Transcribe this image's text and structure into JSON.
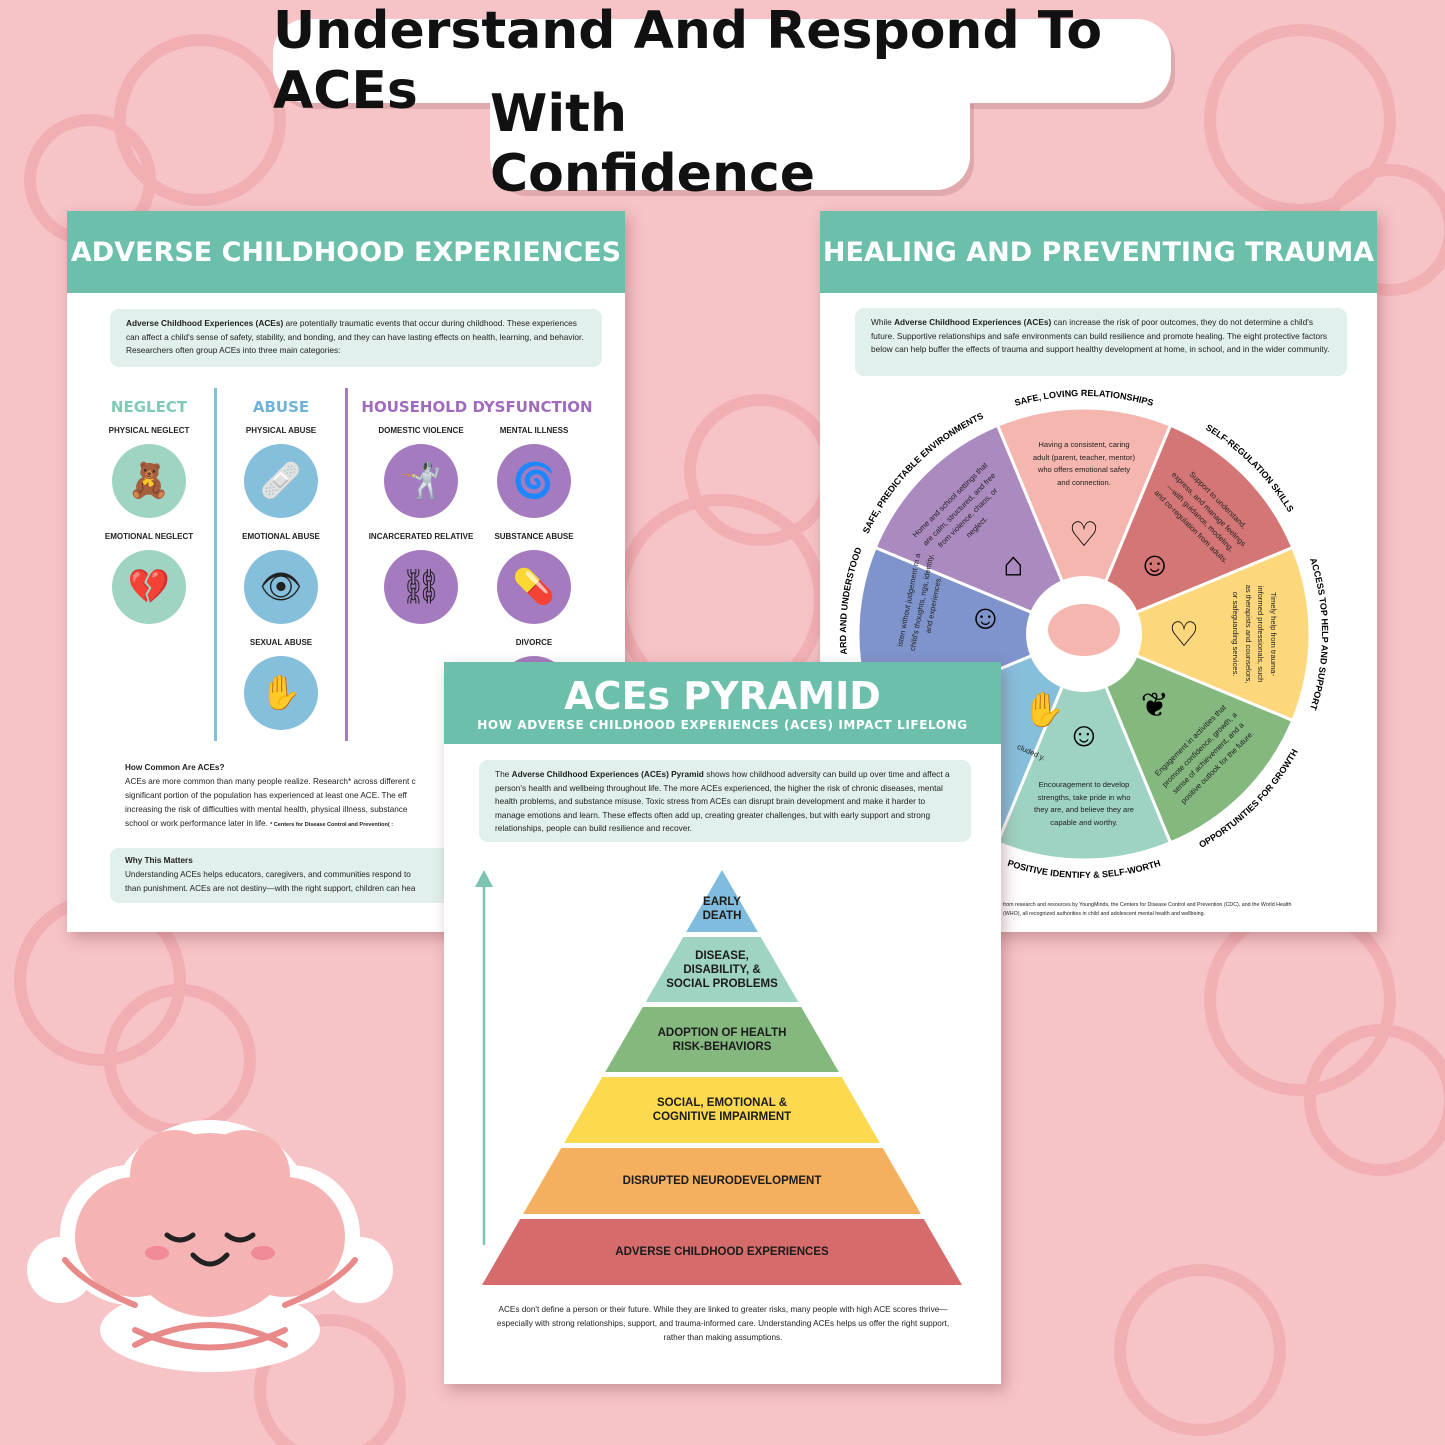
{
  "banner": {
    "line1": "Understand And Respond To ACEs",
    "line2": "With Confidence"
  },
  "colors": {
    "background": "#f6c3c6",
    "header": "#6bbfab",
    "intro_bg": "#e1f0ec",
    "neglect": "#9fd4c3",
    "abuse": "#86bfdc",
    "household": "#a57bbf"
  },
  "left_poster": {
    "title": "ADVERSE CHILDHOOD EXPERIENCES",
    "intro_bold": "Adverse Childhood Experiences (ACEs)",
    "intro_rest": " are potentially traumatic events that occur during childhood. These experiences can affect a child's sense of safety, stability, and bonding, and they can have lasting effects on health, learning, and behavior. Researchers often group ACEs into three main categories:",
    "categories": [
      {
        "title": "NEGLECT",
        "items": [
          {
            "label": "PHYSICAL NEGLECT",
            "icon": "teddy-bear-icon",
            "glyph": "🧸"
          },
          {
            "label": "EMOTIONAL NEGLECT",
            "icon": "broken-heart-icon",
            "glyph": "💔"
          }
        ]
      },
      {
        "title": "ABUSE",
        "items": [
          {
            "label": "PHYSICAL ABUSE",
            "icon": "bandage-icon",
            "glyph": "🩹"
          },
          {
            "label": "EMOTIONAL ABUSE",
            "icon": "crying-eye-icon",
            "glyph": "👁"
          },
          {
            "label": "SEXUAL ABUSE",
            "icon": "person-hand-icon",
            "glyph": "✋"
          }
        ]
      },
      {
        "title": "HOUSEHOLD DYSFUNCTION",
        "items": [
          {
            "label": "DOMESTIC VIOLENCE",
            "icon": "fighting-people-icon",
            "glyph": "🤺"
          },
          {
            "label": "MENTAL ILLNESS",
            "icon": "head-spiral-icon",
            "glyph": "🌀"
          },
          {
            "label": "INCARCERATED RELATIVE",
            "icon": "handcuffs-icon",
            "glyph": "⛓"
          },
          {
            "label": "SUBSTANCE ABUSE",
            "icon": "pills-syringe-icon",
            "glyph": "💊"
          },
          {
            "label": "DIVORCE",
            "icon": "divorce-icon",
            "glyph": ""
          }
        ]
      }
    ],
    "how_common": {
      "title": "How Common Are ACEs?",
      "lines": [
        "ACEs are more common than many people realize. Research* across different c",
        "significant portion of the population has experienced at least one ACE. The eff",
        "increasing the risk of difficulties with mental health, physical illness, substance",
        "school or work performance later in life."
      ],
      "footnote": "* Centers for Disease Control and Prevention( :"
    },
    "why": {
      "title": "Why This Matters",
      "lines": [
        "Understanding ACEs helps educators, caregivers, and communities respond to",
        "than punishment. ACEs are not destiny—with the right support, children can hea"
      ]
    }
  },
  "right_poster": {
    "title": "HEALING AND PREVENTING TRAUMA",
    "intro_pre": "While ",
    "intro_bold": "Adverse Childhood Experiences (ACEs)",
    "intro_rest": " can increase the risk of poor outcomes, they do not determine a child's future. Supportive relationships and safe environments can build resilience and promote healing. The eight protective factors below can help buffer the effects of trauma and support healthy development at home, in school, and in the wider community.",
    "wheel": [
      {
        "label": "SAFE, LOVING RELATIONSHIPS",
        "text": "Having a consistent, caring adult (parent, teacher, mentor) who offers emotional safety and connection.",
        "color": "#f4b6ae",
        "icon": "heart-hug-icon",
        "glyph": "♡"
      },
      {
        "label": "SELF-REGULATION SKILLS",
        "text": "Support to understand, express, and manage feelings—with guidance, modeling, and co-regulation from adults.",
        "color": "#d47676",
        "icon": "emotion-faces-cycle-icon",
        "glyph": "☺"
      },
      {
        "label": "ACCESS TOP HELP AND SUPPORT",
        "text": "Timely help from trauma-informed professionals, such as therapists and counselors, or safeguarding services.",
        "color": "#fcd77c",
        "icon": "hands-heart-icon",
        "glyph": "♡"
      },
      {
        "label": "OPPORTUNITIES FOR GROWTH",
        "text": "Engagement in activities that promote confidence, growth, a sense of achievement, and a positive outlook for the future.",
        "color": "#84b87f",
        "icon": "plant-sprout-icon",
        "glyph": "❦"
      },
      {
        "label": "POSITIVE IDENTIFY & SELF-WORTH",
        "text": "Encouragement to develop strengths, take pride in who they are, and believe they are capable and worthy.",
        "color": "#9ed3c3",
        "icon": "head-speech-icon",
        "glyph": "☺"
      },
      {
        "label": "",
        "text": "cluded y.",
        "color": "#86bfdc",
        "icon": "joined-hands-icon",
        "glyph": "✋"
      },
      {
        "label": "ARD AND UNDERSTOOD",
        "text": "isten without judgement m a child's thoughts, ngs, identity, and experiences.",
        "color": "#7f94cc",
        "icon": "two-friends-icon",
        "glyph": "☺"
      },
      {
        "label": "SAFE, PREDICTABLE ENVIRONMENTS",
        "text": "Home and school settings that are calm, structured, and free from violence, chaos, or neglect.",
        "color": "#ab8ac0",
        "icon": "house-heart-icon",
        "glyph": "⌂"
      }
    ],
    "source_lines": [
      "from research and resources by YoungMinds, the Centers for Disease Control and Prevention (CDC), and the World Health",
      "(WHO), all recognized authorities in child and adolescent mental health and wellbeing."
    ]
  },
  "center_poster": {
    "title": "ACEs PYRAMID",
    "subtitle": "HOW ADVERSE CHILDHOOD EXPERIENCES (ACES) IMPACT LIFELONG",
    "intro_pre": "The ",
    "intro_bold": "Adverse Childhood Experiences (ACEs) Pyramid",
    "intro_rest": " shows how childhood adversity can build up over time and affect a person's health and wellbeing throughout life. The more ACEs experienced, the higher the risk of chronic diseases, mental health problems, and substance misuse. Toxic stress from ACEs can disrupt brain development and make it harder to manage emotions and learn. These effects often add up, creating greater challenges, but with early support and strong relationships, people can build resilience and recover.",
    "pyramid": [
      {
        "label": "EARLY\nDEATH",
        "color": "#7fbcdd"
      },
      {
        "label": "DISEASE,\nDISABILITY, &\nSOCIAL PROBLEMS",
        "color": "#9fd4c3"
      },
      {
        "label": "ADOPTION OF HEALTH\nRISK-BEHAVIORS",
        "color": "#84b87f"
      },
      {
        "label": "SOCIAL, EMOTIONAL &\nCOGNITIVE IMPAIRMENT",
        "color": "#fcd94f"
      },
      {
        "label": "DISRUPTED NEURODEVELOPMENT",
        "color": "#f4b05e"
      },
      {
        "label": "ADVERSE CHILDHOOD EXPERIENCES",
        "color": "#d66b6b"
      }
    ],
    "footer": "ACEs don't define a person or their future. While they are linked to greater risks, many people with high ACE scores thrive—especially with strong relationships, support, and trauma-informed care. Understanding ACEs helps us offer the right support, rather than making assumptions."
  }
}
